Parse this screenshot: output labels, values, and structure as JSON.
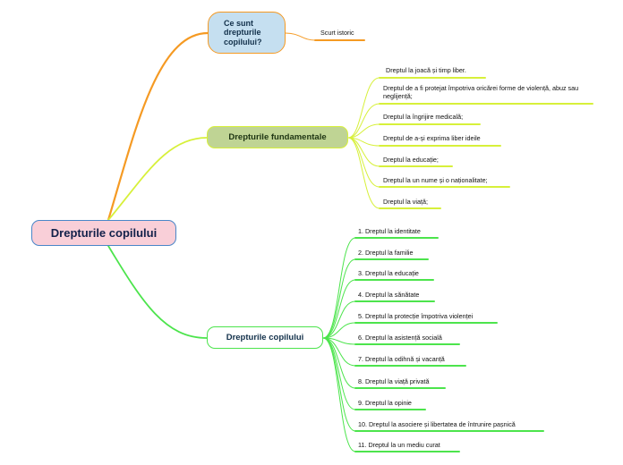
{
  "root": {
    "label": "Drepturile copilului"
  },
  "branches": [
    {
      "label": "Ce sunt drepturile copilului?",
      "color": "#f59a23",
      "children": [
        "Scurt istoric"
      ]
    },
    {
      "label": "Drepturile fundamentale",
      "color": "#d7f03a",
      "children": [
        "Dreptul la joacă și timp liber.",
        "Dreptul de a fi protejat împotriva oricărei forme de violență, abuz sau neglijență;",
        "Dreptul la îngrijire medicală;",
        "Dreptul de a-și exprima liber ideile",
        "Dreptul la educație;",
        "Dreptul la un nume și o naționalitate;",
        "Dreptul la viață;"
      ]
    },
    {
      "label": "Drepturile copilului",
      "color": "#4ce44c",
      "children": [
        "1. Dreptul la identitate",
        "2. Dreptul la familie",
        "3. Dreptul la educație",
        "4. Dreptul la sănătate",
        "5. Dreptul la protecție împotriva violenței",
        "6. Dreptul la asistență socială",
        "7. Dreptul la  odihnă și vacanță",
        "8. Dreptul la viață privată",
        "9. Dreptul la opinie",
        "10. Dreptul la asociere și libertatea de întrunire pașnică",
        "11. Dreptul la un mediu curat"
      ]
    }
  ]
}
